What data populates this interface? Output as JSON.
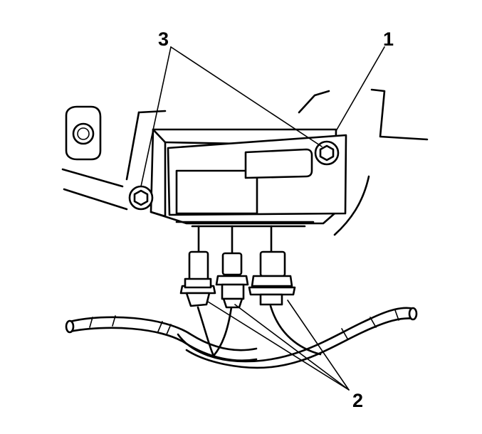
{
  "callouts": {
    "module": "1",
    "connectors": "2",
    "fasteners": "3"
  },
  "colors": {
    "ink": "#000000",
    "paper": "#ffffff"
  }
}
